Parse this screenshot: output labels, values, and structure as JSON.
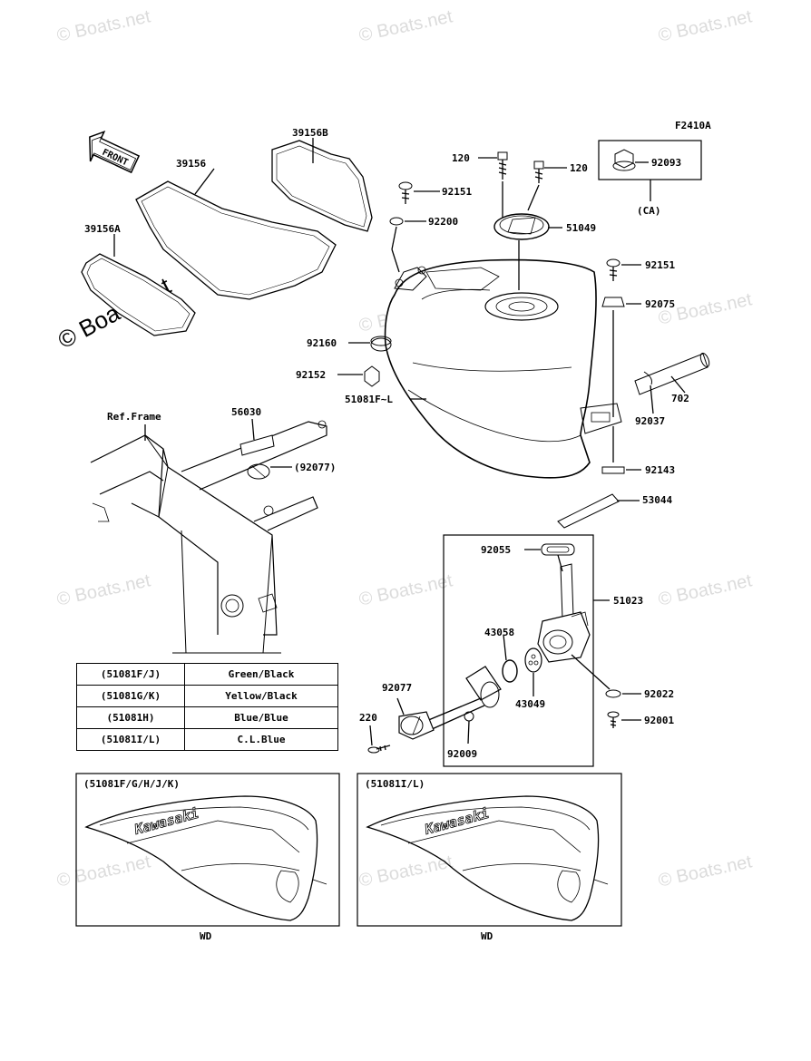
{
  "figure_code": "F2410A",
  "front_label": "FRONT",
  "ref_frame": "Ref.Frame",
  "watermark": "© Boats.net",
  "labels": {
    "p39156B": "39156B",
    "p39156": "39156",
    "p39156A": "39156A",
    "p120a": "120",
    "p120b": "120",
    "p92093": "92093",
    "pCA": "(CA)",
    "p92151a": "92151",
    "p92200": "92200",
    "p51049": "51049",
    "p92151b": "92151",
    "p92075": "92075",
    "p92160": "92160",
    "p92152": "92152",
    "p51081": "51081F~L",
    "p702": "702",
    "p92037": "92037",
    "p56030": "56030",
    "p92077a": "(92077)",
    "p92143": "92143",
    "p53044": "53044",
    "p92055": "92055",
    "p51023": "51023",
    "p43058": "43058",
    "p43049": "43049",
    "p92077b": "92077",
    "p92022": "92022",
    "p92001": "92001",
    "p220": "220",
    "p92009": "92009"
  },
  "color_table": [
    {
      "code": "(51081F/J)",
      "color": "Green/Black"
    },
    {
      "code": "(51081G/K)",
      "color": "Yellow/Black"
    },
    {
      "code": "(51081H)",
      "color": "Blue/Blue"
    },
    {
      "code": "(51081I/L)",
      "color": "C.L.Blue"
    }
  ],
  "box_left": {
    "title": "(51081F/G/H/J/K)",
    "logo": "Kawasaki",
    "caption": "WD"
  },
  "box_right": {
    "title": "(51081I/L)",
    "logo": "Kawasaki",
    "caption": "WD"
  }
}
